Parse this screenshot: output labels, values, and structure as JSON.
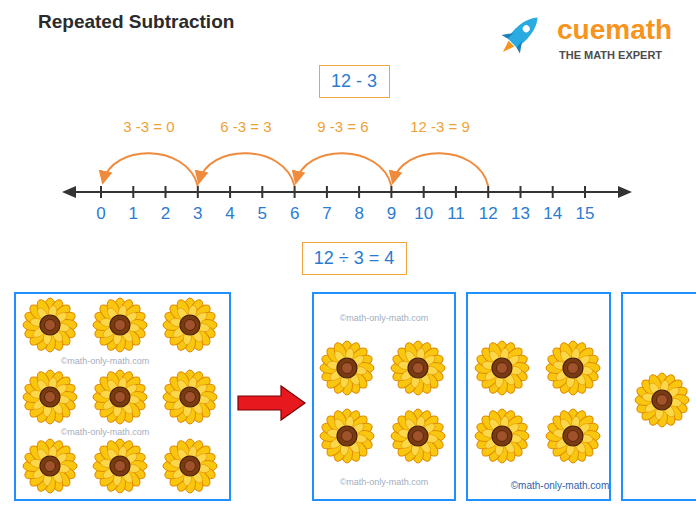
{
  "diagram": {
    "title": "Repeated Subtraction",
    "nodes": [
      {
        "text": [
          "12 - 3"
        ]
      },
      {
        "text": [
          "12 ÷ 3 = 4"
        ]
      }
    ],
    "labels": [
      "cuemath",
      "THE MATH EXPERT",
      "3 -3 = 0",
      "6 -3 = 3",
      "9 -3 = 6",
      "12 -3 = 9",
      "0",
      "1",
      "2",
      "3",
      "4",
      "5",
      "6",
      "7",
      "8",
      "9",
      "10",
      "11",
      "12",
      "13",
      "14",
      "15",
      "©math-only-math.com",
      "©math-only-math.com",
      "©math-only-math.com",
      "©math-only-math.com",
      "©math-only-math.com"
    ]
  }
}
